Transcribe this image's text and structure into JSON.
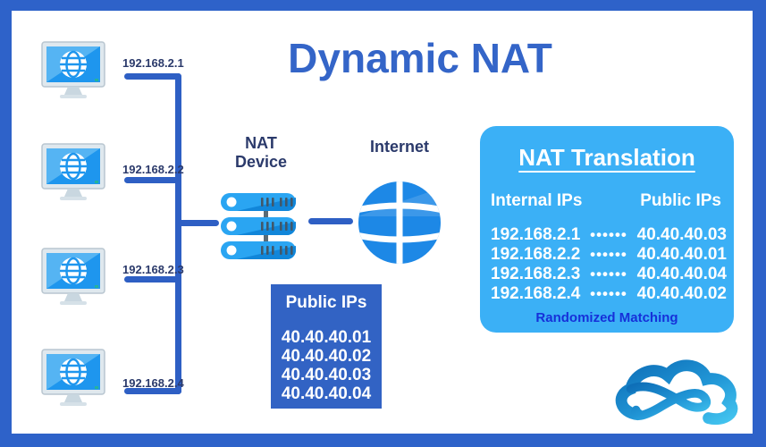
{
  "title": "Dynamic NAT",
  "lan": {
    "ips": [
      "192.168.2.1",
      "192.168.2.2",
      "192.168.2.3",
      "192.168.2.4"
    ]
  },
  "nat_device": {
    "label_line1": "NAT",
    "label_line2": "Device"
  },
  "internet": {
    "label": "Internet"
  },
  "public_ips_box": {
    "title": "Public IPs",
    "ips": [
      "40.40.40.01",
      "40.40.40.02",
      "40.40.40.03",
      "40.40.40.04"
    ]
  },
  "nat_translation": {
    "title": "NAT Translation",
    "columns": {
      "internal": "Internal IPs",
      "public": "Public IPs"
    },
    "rows": [
      {
        "internal": "192.168.2.1",
        "dots": "••••••",
        "public": "40.40.40.03"
      },
      {
        "internal": "192.168.2.2",
        "dots": "••••••",
        "public": "40.40.40.01"
      },
      {
        "internal": "192.168.2.3",
        "dots": "••••••",
        "public": "40.40.40.04"
      },
      {
        "internal": "192.168.2.4",
        "dots": "••••••",
        "public": "40.40.40.02"
      }
    ],
    "footnote": "Randomized Matching"
  },
  "colors": {
    "frame_blue": "#2e62c9",
    "title_blue": "#3465c8",
    "label_navy": "#2b3a6b",
    "translation_box_blue": "#3bb0f6",
    "public_box_blue": "#3263c4",
    "footnote_blue": "#1630d9",
    "icon_blue": "#1d88e6"
  }
}
